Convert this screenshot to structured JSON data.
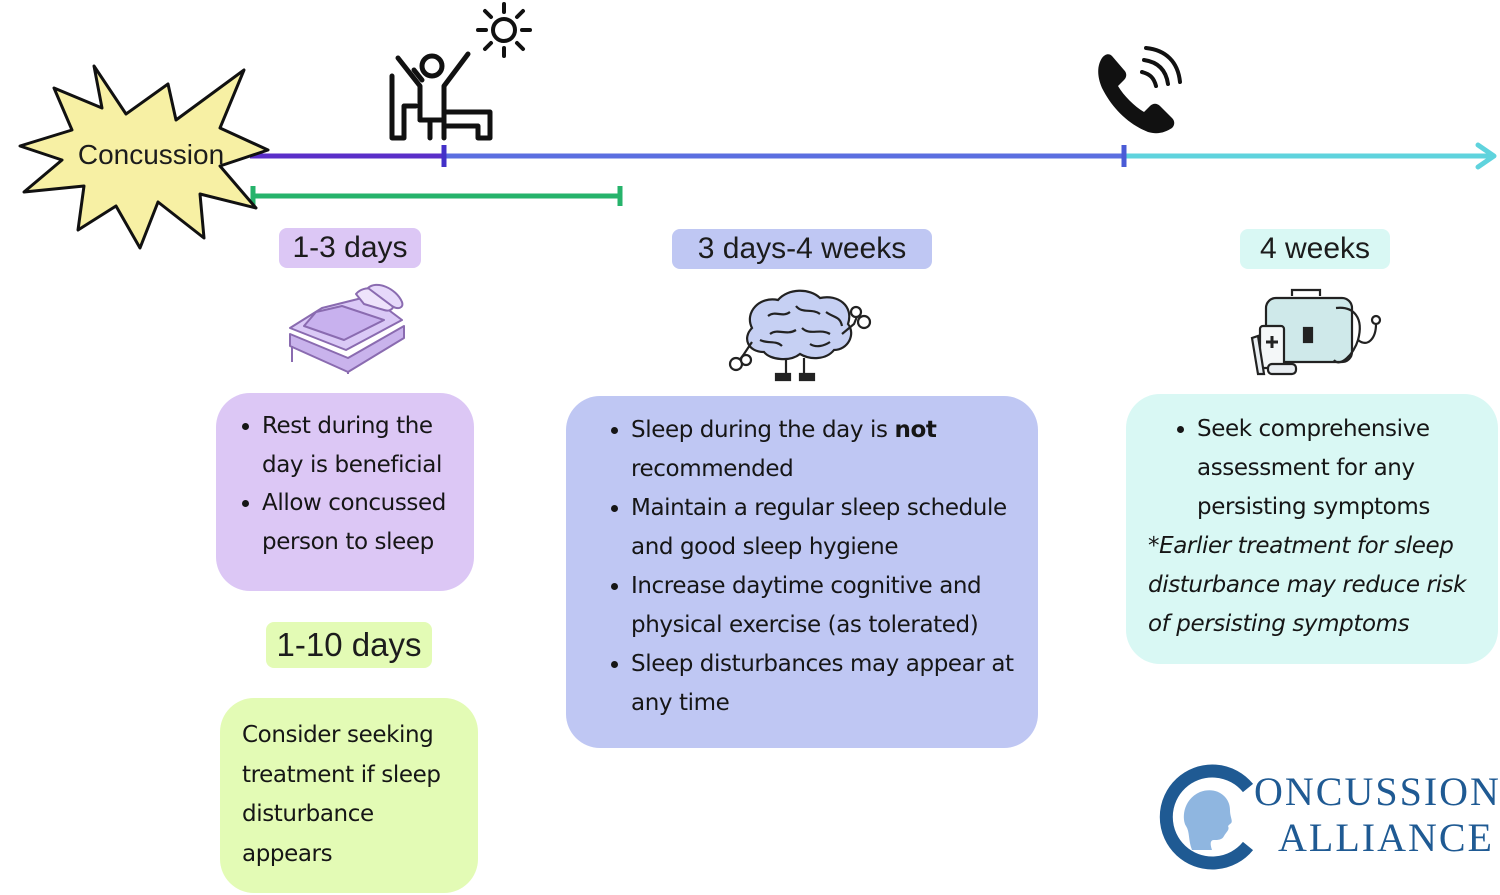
{
  "start_label": "Concussion",
  "colors": {
    "timeline_purple": "#5a2ec8",
    "timeline_blue": "#5b6fe0",
    "timeline_teal": "#5fd3dd",
    "timeline_green": "#26b36b",
    "lavender": "#dcc7f5",
    "periwinkle": "#bfc7f3",
    "mint": "#d9f8f4",
    "lime": "#e3fbb5",
    "burst": "#f7f0a4",
    "logo_blue": "#1f5a93"
  },
  "phases": {
    "early": {
      "label": "1-3 days",
      "icon": "bed-icon",
      "items": [
        "Rest during the day is beneficial",
        "Allow concussed person to sleep"
      ]
    },
    "treatment_window": {
      "label": "1-10 days",
      "text": "Consider seeking treatment if sleep disturbance appears"
    },
    "middle": {
      "label": "3 days-4 weeks",
      "icon": "brain-exercise-icon",
      "item1_prefix": "Sleep during the day is ",
      "item1_bold": "not",
      "item1_suffix": "recommended",
      "item2": "Maintain a regular sleep schedule and good sleep hygiene",
      "item3": "Increase daytime cognitive and physical exercise (as tolerated)",
      "item4": "Sleep disturbances may appear at any time"
    },
    "late": {
      "label": "4 weeks",
      "icon": "medical-kit-icon",
      "item": "Seek comprehensive assessment for any persisting symptoms",
      "note": "*Earlier treatment for sleep disturbance may reduce risk of persisting symptoms"
    }
  },
  "logo": {
    "line1": "ONCUSSION",
    "line2": "ALLIANCE"
  }
}
